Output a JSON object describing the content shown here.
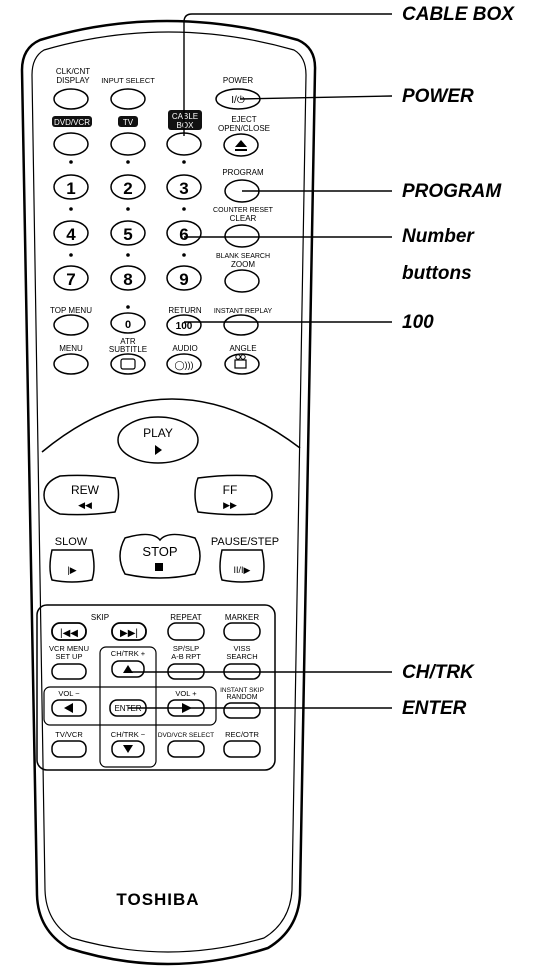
{
  "callouts": {
    "cable_box": "CABLE BOX",
    "power": "POWER",
    "program": "PROGRAM",
    "number_line1": "Number",
    "number_line2": "buttons",
    "hundred": "100",
    "ch_trk": "CH/TRK",
    "enter": "ENTER"
  },
  "remote": {
    "brand": "TOSHIBA",
    "top": {
      "clk_cnt_display_1": "CLK/CNT",
      "clk_cnt_display_2": "DISPLAY",
      "input_select": "INPUT SELECT",
      "power": "POWER",
      "power_symbol": "I/⏻",
      "dvd_vcr": "DVD/VCR",
      "tv": "TV",
      "cable_1": "CABLE",
      "cable_2": "BOX",
      "eject_1": "EJECT",
      "eject_2": "OPEN/CLOSE",
      "program": "PROGRAM",
      "counter_reset": "COUNTER RESET",
      "clear": "CLEAR",
      "blank_search": "BLANK SEARCH",
      "zoom": "ZOOM",
      "top_menu": "TOP MENU",
      "return": "RETURN",
      "instant_replay": "INSTANT REPLAY",
      "menu": "MENU",
      "atr": "ATR",
      "subtitle": "SUBTITLE",
      "audio": "AUDIO",
      "angle": "ANGLE"
    },
    "numbers": [
      "1",
      "2",
      "3",
      "4",
      "5",
      "6",
      "7",
      "8",
      "9",
      "0"
    ],
    "hundred_label": "100",
    "transport": {
      "play": "PLAY",
      "rew": "REW",
      "ff": "FF",
      "slow": "SLOW",
      "stop": "STOP",
      "pause_step": "PAUSE/STEP"
    },
    "lower": {
      "skip": "SKIP",
      "repeat": "REPEAT",
      "marker": "MARKER",
      "vcr_menu": "VCR MENU",
      "set_up": "SET UP",
      "ch_trk_plus": "CH/TRK +",
      "sp_slp": "SP/SLP",
      "ab_rpt": "A-B RPT",
      "viss": "VISS",
      "search": "SEARCH",
      "vol_minus": "VOL −",
      "vol_plus": "VOL +",
      "instant_skip": "INSTANT SKIP",
      "random": "RANDOM",
      "enter": "ENTER",
      "tv_vcr": "TV/VCR",
      "ch_trk_minus": "CH/TRK −",
      "dvd_vcr_select": "DVD/VCR SELECT",
      "rec_otr": "REC/OTR"
    }
  }
}
